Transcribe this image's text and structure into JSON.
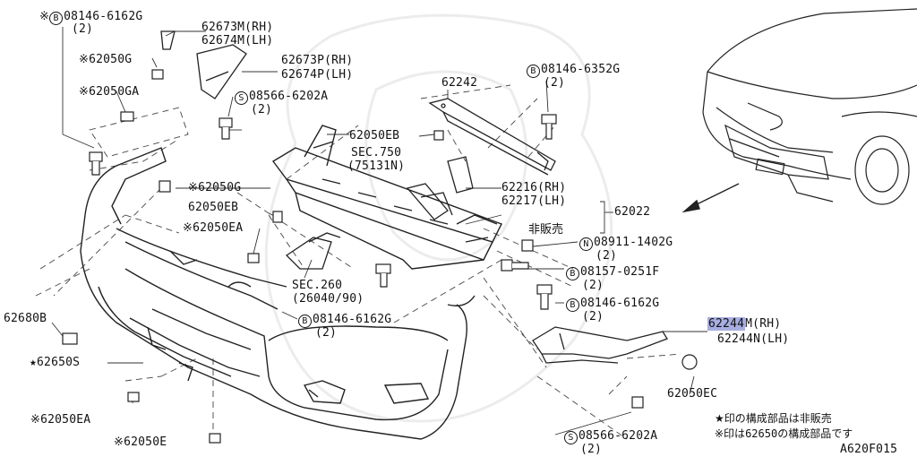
{
  "labels": {
    "l1": {
      "mark": "※",
      "circle": "B",
      "text": "08146-6162G",
      "qty": "(2)"
    },
    "l2": {
      "line1": "62673M(RH)",
      "line2": "62674M(LH)"
    },
    "l3": "※62050G",
    "l4": {
      "line1": "62673P(RH)",
      "line2": "62674P(LH)"
    },
    "l5": "※62050GA",
    "l6": {
      "circle": "S",
      "text": "08566-6202A",
      "qty": "(2)"
    },
    "l7": "62242",
    "l8": {
      "circle": "B",
      "text": "08146-6352G",
      "qty": "(2)"
    },
    "l9": "62050EB",
    "l10": {
      "line1": "SEC.750",
      "line2": "(75131N)"
    },
    "l11": "※62050G",
    "l12": {
      "line1": "62216(RH)",
      "line2": "62217(LH)"
    },
    "l13": "62022",
    "l14": "62050EB",
    "l15": "非販売",
    "l16": "※62050EA",
    "l17": {
      "circle": "N",
      "text": "08911-1402G",
      "qty": "(2)"
    },
    "l18": {
      "circle": "B",
      "text": "08157-0251F",
      "qty": "(2)"
    },
    "l19": {
      "line1": "SEC.260",
      "line2": "(26040/90)"
    },
    "l20": {
      "circle": "B",
      "text": "08146-6162G",
      "qty": "(2)"
    },
    "l21": "62680B",
    "l22": {
      "circle": "B",
      "text": "08146-6162G",
      "qty": "(2)"
    },
    "l23": {
      "line1_hl": "62244",
      "line1_rest": "M(RH)",
      "line2": "62244N(LH)"
    },
    "l24": "★62650S",
    "l25": "62050EC",
    "l26": "※62050EA",
    "l27": "※62050E",
    "l28": {
      "circle": "S",
      "text": "08566-6202A",
      "qty": "(2)"
    },
    "note1": "★印の構成部品は非販売",
    "note2_a": "※印は",
    "note2_b": "62650",
    "note2_c": "の構成部品です",
    "fig_id": "A620F015"
  },
  "colors": {
    "ink": "#2a2a2a",
    "highlight": "#a7aee0",
    "watermark": "#eeeeee"
  }
}
